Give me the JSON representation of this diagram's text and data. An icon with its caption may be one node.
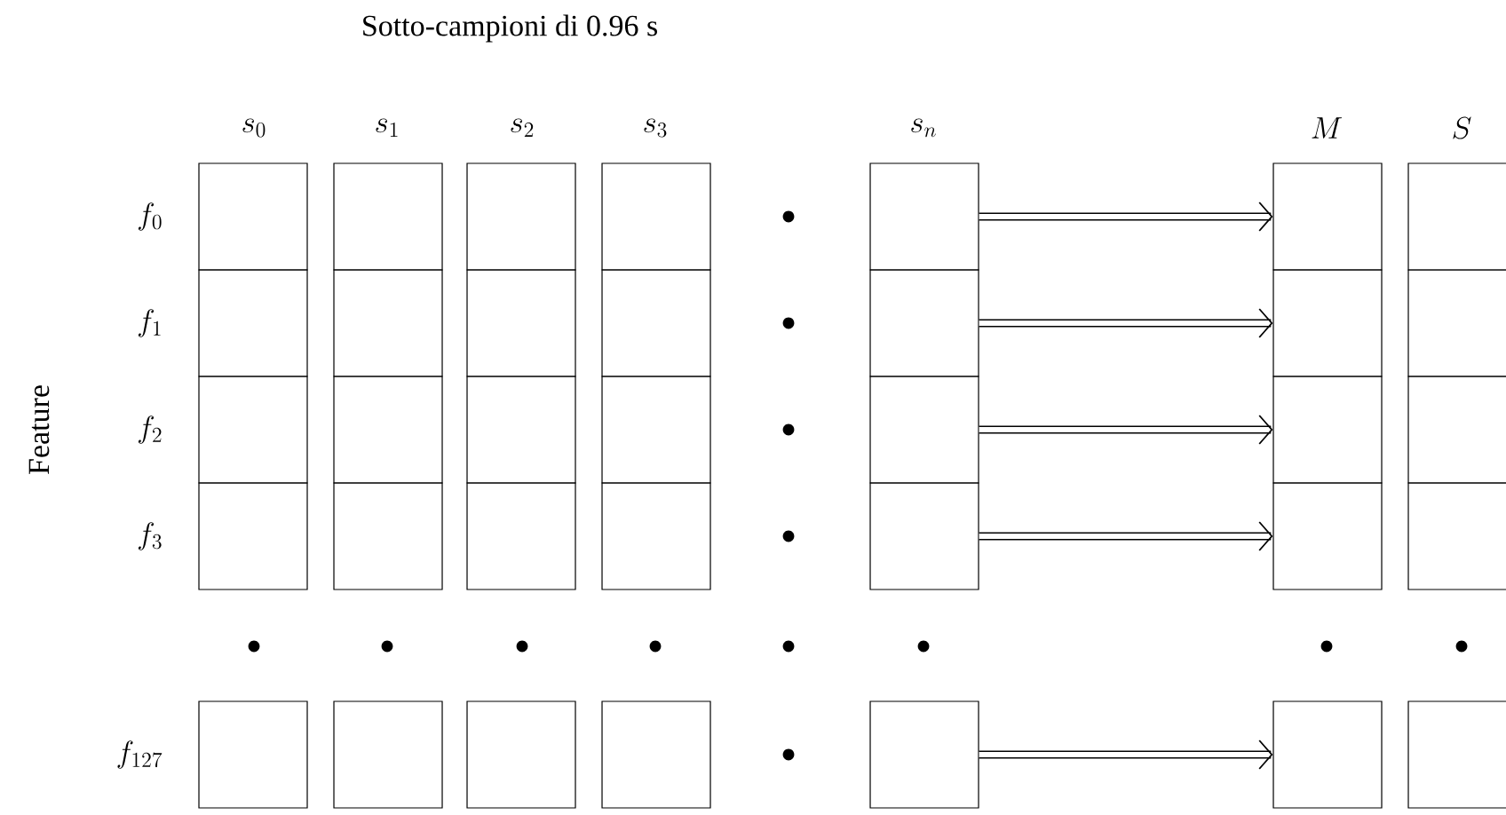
{
  "diagram": {
    "title": "Sotto-campioni di 0.96 s",
    "nodes": [
      {
        "text": [],
        "shape": "box"
      },
      {
        "text": [],
        "shape": "box"
      },
      {
        "text": [],
        "shape": "box"
      },
      {
        "text": [],
        "shape": "box"
      },
      {
        "text": [],
        "shape": "box"
      },
      {
        "text": [],
        "shape": "box"
      },
      {
        "text": [],
        "shape": "box"
      },
      {
        "text": [],
        "shape": "box"
      },
      {
        "text": [],
        "shape": "box"
      },
      {
        "text": [],
        "shape": "box"
      },
      {
        "text": [],
        "shape": "box"
      },
      {
        "text": [],
        "shape": "box"
      },
      {
        "text": [],
        "shape": "box"
      },
      {
        "text": [],
        "shape": "box"
      },
      {
        "text": [],
        "shape": "box"
      },
      {
        "text": [],
        "shape": "box"
      },
      {
        "text": [],
        "shape": "box"
      },
      {
        "text": [],
        "shape": "box"
      },
      {
        "text": [],
        "shape": "box"
      },
      {
        "text": [],
        "shape": "box"
      },
      {
        "text": [],
        "shape": "box"
      },
      {
        "text": [],
        "shape": "box"
      },
      {
        "text": [],
        "shape": "box"
      },
      {
        "text": [],
        "shape": "box"
      },
      {
        "text": [],
        "shape": "box"
      },
      {
        "text": [],
        "shape": "box"
      },
      {
        "text": [],
        "shape": "box"
      },
      {
        "text": [],
        "shape": "box"
      },
      {
        "text": [],
        "shape": "box"
      },
      {
        "text": [],
        "shape": "box"
      },
      {
        "text": [],
        "shape": "box"
      },
      {
        "text": [],
        "shape": "box"
      },
      {
        "text": [],
        "shape": "box"
      },
      {
        "text": [],
        "shape": "box"
      },
      {
        "text": [],
        "shape": "box"
      }
    ],
    "edges": [
      {
        "from": 4,
        "to": 5,
        "arrow": "to"
      },
      {
        "from": 11,
        "to": 12,
        "arrow": "to"
      },
      {
        "from": 18,
        "to": 19,
        "arrow": "to"
      },
      {
        "from": 25,
        "to": 26,
        "arrow": "to"
      },
      {
        "from": 32,
        "to": 33,
        "arrow": "to"
      }
    ],
    "labels": [
      "s_0",
      "s_1",
      "s_2",
      "s_3",
      "s_n",
      "M",
      "S",
      "f_0",
      "f_1",
      "f_2",
      "f_3",
      "f_{127}",
      "Feature"
    ]
  }
}
